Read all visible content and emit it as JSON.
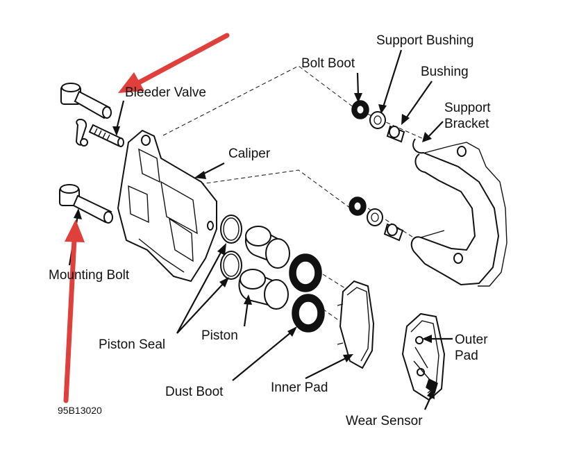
{
  "labels": {
    "bleeder_valve": "Bleeder Valve",
    "caliper": "Caliper",
    "mounting_bolt": "Mounting Bolt",
    "bolt_boot": "Bolt Boot",
    "support_bushing": "Support Bushing",
    "bushing": "Bushing",
    "support_bracket_line1": "Support",
    "support_bracket_line2": "Bracket",
    "piston_seal": "Piston Seal",
    "piston": "Piston",
    "dust_boot": "Dust Boot",
    "inner_pad": "Inner Pad",
    "outer_pad_line1": "Outer",
    "outer_pad_line2": "Pad",
    "wear_sensor": "Wear Sensor",
    "figure_code": "95B13020"
  },
  "colors": {
    "annotation_arrow": "#e0403c",
    "line_art": "#111111"
  },
  "icons": [
    "red-annotation-arrow"
  ]
}
